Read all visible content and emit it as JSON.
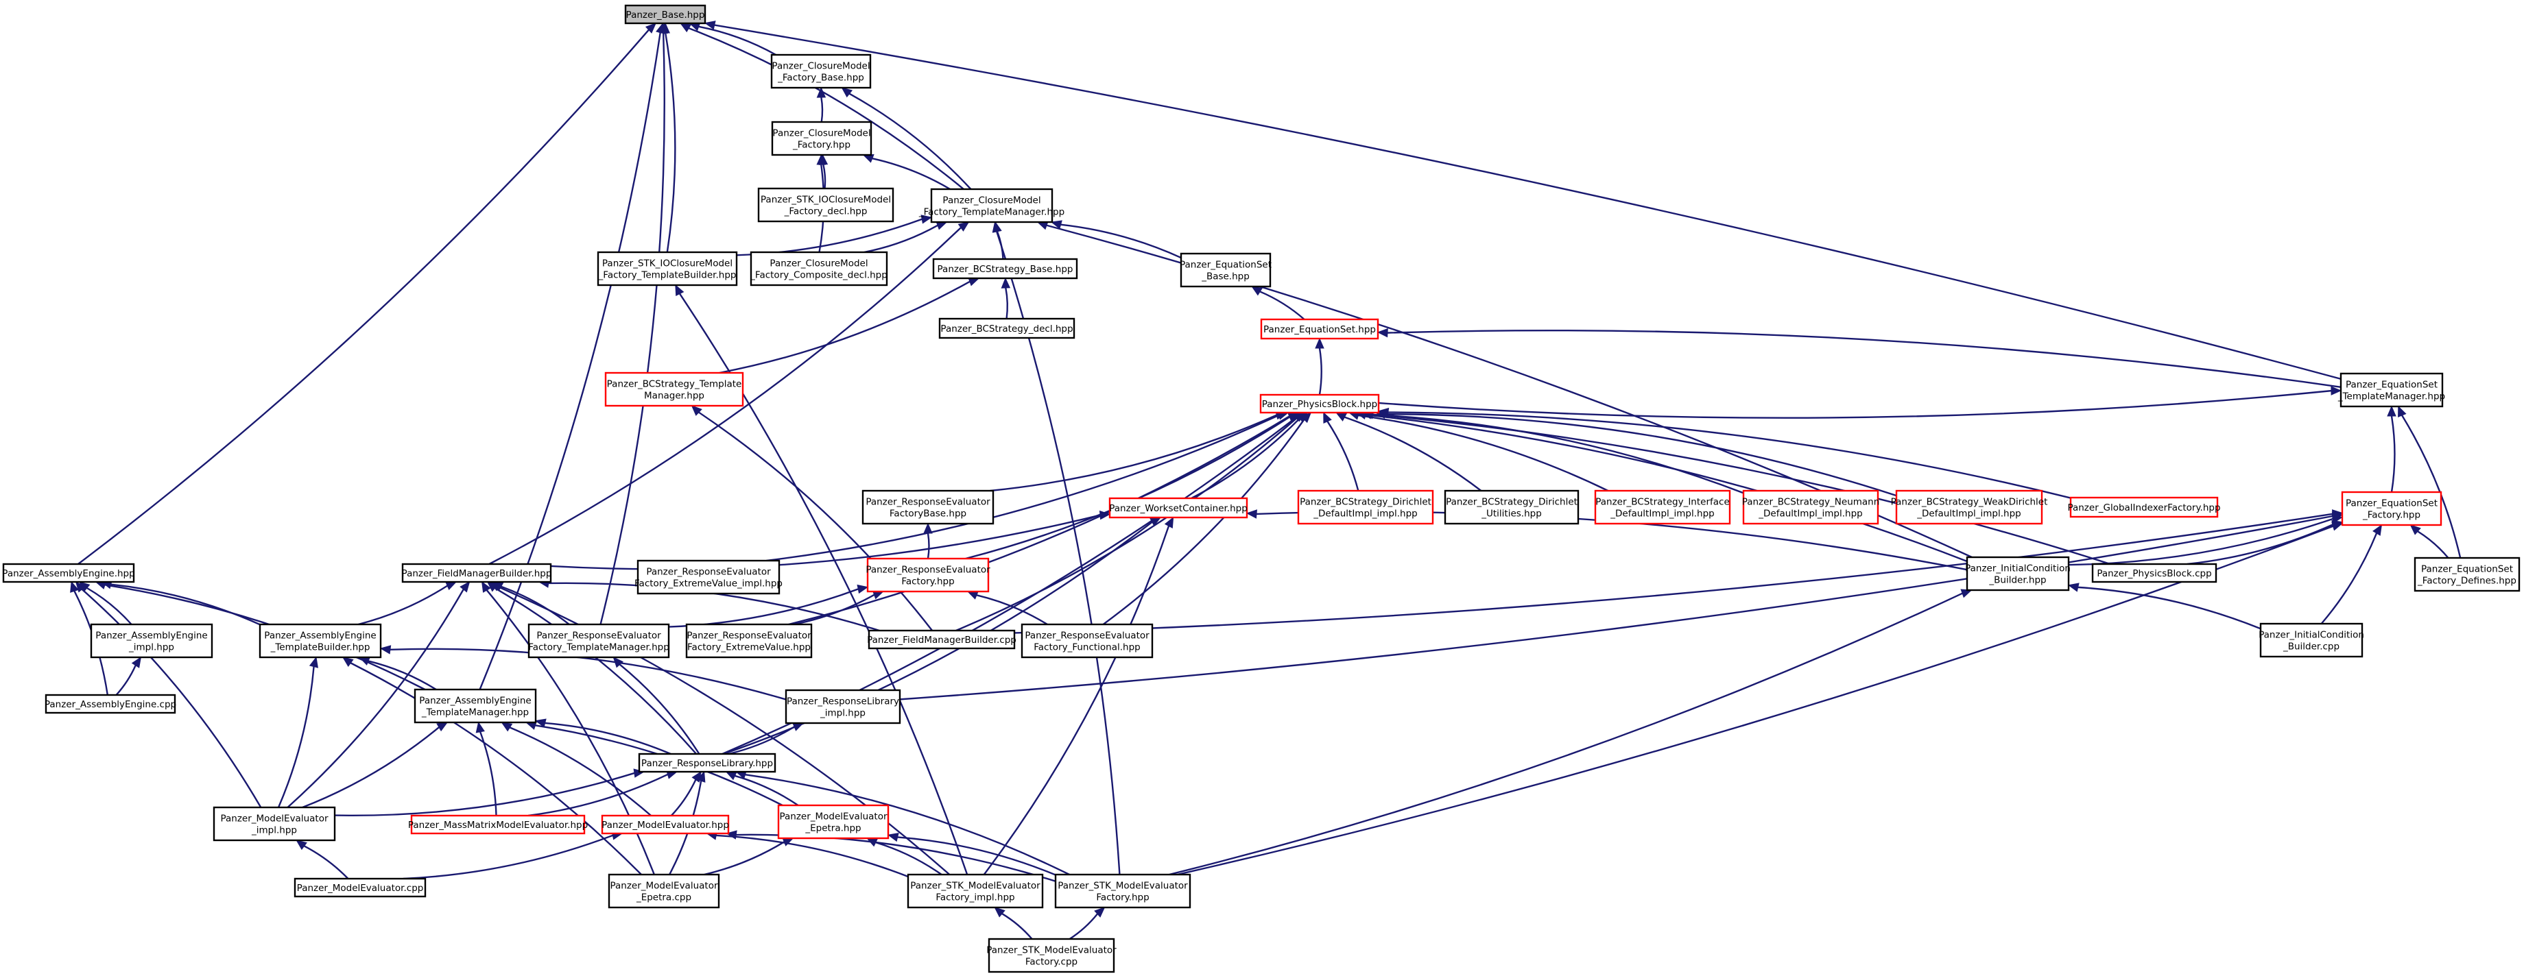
{
  "graph": {
    "colors": {
      "edge": "#191970",
      "node_border": "#000000",
      "node_border_highlight": "#ff0000",
      "root_fill": "#bfbfbf",
      "node_fill": "#ffffff"
    },
    "nodes": [
      {
        "id": "base",
        "lines": [
          "Panzer_Base.hpp"
        ],
        "style": "root"
      },
      {
        "id": "cmfb",
        "lines": [
          "Panzer_ClosureModel",
          "_Factory_Base.hpp"
        ]
      },
      {
        "id": "cmf",
        "lines": [
          "Panzer_ClosureModel",
          "_Factory.hpp"
        ]
      },
      {
        "id": "stkdecl",
        "lines": [
          "Panzer_STK_IOClosureModel",
          "_Factory_decl.hpp"
        ]
      },
      {
        "id": "cmtm",
        "lines": [
          "Panzer_ClosureModel",
          "_Factory_TemplateManager.hpp"
        ]
      },
      {
        "id": "stktb",
        "lines": [
          "Panzer_STK_IOClosureModel",
          "_Factory_TemplateBuilder.hpp"
        ]
      },
      {
        "id": "cmcomp",
        "lines": [
          "Panzer_ClosureModel",
          "_Factory_Composite_decl.hpp"
        ]
      },
      {
        "id": "bcsbase",
        "lines": [
          "Panzer_BCStrategy_Base.hpp"
        ]
      },
      {
        "id": "bcsdecl",
        "lines": [
          "Panzer_BCStrategy_decl.hpp"
        ]
      },
      {
        "id": "eqsbase",
        "lines": [
          "Panzer_EquationSet",
          "_Base.hpp"
        ]
      },
      {
        "id": "eqs",
        "lines": [
          "Panzer_EquationSet.hpp"
        ],
        "style": "red"
      },
      {
        "id": "bcstm",
        "lines": [
          "Panzer_BCStrategy_Template",
          "Manager.hpp"
        ],
        "style": "red"
      },
      {
        "id": "eqstm",
        "lines": [
          "Panzer_EquationSet",
          "_TemplateManager.hpp"
        ]
      },
      {
        "id": "pb",
        "lines": [
          "Panzer_PhysicsBlock.hpp"
        ],
        "style": "red"
      },
      {
        "id": "refb",
        "lines": [
          "Panzer_ResponseEvaluator",
          "FactoryBase.hpp"
        ]
      },
      {
        "id": "wsc",
        "lines": [
          "Panzer_WorksetContainer.hpp"
        ],
        "style": "red"
      },
      {
        "id": "bcsdir",
        "lines": [
          "Panzer_BCStrategy_Dirichlet",
          "_DefaultImpl_impl.hpp"
        ],
        "style": "red"
      },
      {
        "id": "bcsdu",
        "lines": [
          "Panzer_BCStrategy_Dirichlet",
          "_Utilities.hpp"
        ]
      },
      {
        "id": "bcsint",
        "lines": [
          "Panzer_BCStrategy_Interface",
          "_DefaultImpl_impl.hpp"
        ],
        "style": "red"
      },
      {
        "id": "bcsneu",
        "lines": [
          "Panzer_BCStrategy_Neumann",
          "_DefaultImpl_impl.hpp"
        ],
        "style": "red"
      },
      {
        "id": "bcsweak",
        "lines": [
          "Panzer_BCStrategy_WeakDirichlet",
          "_DefaultImpl_impl.hpp"
        ],
        "style": "red"
      },
      {
        "id": "gif",
        "lines": [
          "Panzer_GlobalIndexerFactory.hpp"
        ],
        "style": "red"
      },
      {
        "id": "eqsf",
        "lines": [
          "Panzer_EquationSet",
          "_Factory.hpp"
        ],
        "style": "red"
      },
      {
        "id": "ae",
        "lines": [
          "Panzer_AssemblyEngine.hpp"
        ]
      },
      {
        "id": "fmb",
        "lines": [
          "Panzer_FieldManagerBuilder.hpp"
        ]
      },
      {
        "id": "refev",
        "lines": [
          "Panzer_ResponseEvaluator",
          "Factory_ExtremeValue_impl.hpp"
        ]
      },
      {
        "id": "ref",
        "lines": [
          "Panzer_ResponseEvaluator",
          "Factory.hpp"
        ],
        "style": "red"
      },
      {
        "id": "icb",
        "lines": [
          "Panzer_InitialCondition",
          "_Builder.hpp"
        ]
      },
      {
        "id": "pbcpp",
        "lines": [
          "Panzer_PhysicsBlock.cpp"
        ]
      },
      {
        "id": "eqsfd",
        "lines": [
          "Panzer_EquationSet",
          "_Factory_Defines.hpp"
        ]
      },
      {
        "id": "aeimpl",
        "lines": [
          "Panzer_AssemblyEngine",
          "_impl.hpp"
        ]
      },
      {
        "id": "aetb",
        "lines": [
          "Panzer_AssemblyEngine",
          "_TemplateBuilder.hpp"
        ]
      },
      {
        "id": "retm",
        "lines": [
          "Panzer_ResponseEvaluator",
          "Factory_TemplateManager.hpp"
        ]
      },
      {
        "id": "reev",
        "lines": [
          "Panzer_ResponseEvaluator",
          "Factory_ExtremeValue.hpp"
        ]
      },
      {
        "id": "fmbcpp",
        "lines": [
          "Panzer_FieldManagerBuilder.cpp"
        ]
      },
      {
        "id": "refunc",
        "lines": [
          "Panzer_ResponseEvaluator",
          "Factory_Functional.hpp"
        ]
      },
      {
        "id": "iccpp",
        "lines": [
          "Panzer_InitialCondition",
          "_Builder.cpp"
        ]
      },
      {
        "id": "aecpp",
        "lines": [
          "Panzer_AssemblyEngine.cpp"
        ]
      },
      {
        "id": "aetm",
        "lines": [
          "Panzer_AssemblyEngine",
          "_TemplateManager.hpp"
        ]
      },
      {
        "id": "rlimpl",
        "lines": [
          "Panzer_ResponseLibrary",
          "_impl.hpp"
        ]
      },
      {
        "id": "rl",
        "lines": [
          "Panzer_ResponseLibrary.hpp"
        ]
      },
      {
        "id": "meimpl",
        "lines": [
          "Panzer_ModelEvaluator",
          "_impl.hpp"
        ]
      },
      {
        "id": "mmme",
        "lines": [
          "Panzer_MassMatrixModelEvaluator.hpp"
        ],
        "style": "red"
      },
      {
        "id": "me",
        "lines": [
          "Panzer_ModelEvaluator.hpp"
        ],
        "style": "red"
      },
      {
        "id": "meep",
        "lines": [
          "Panzer_ModelEvaluator",
          "_Epetra.hpp"
        ],
        "style": "red"
      },
      {
        "id": "mecpp",
        "lines": [
          "Panzer_ModelEvaluator.cpp"
        ]
      },
      {
        "id": "meepcpp",
        "lines": [
          "Panzer_ModelEvaluator",
          "_Epetra.cpp"
        ]
      },
      {
        "id": "stkmefi",
        "lines": [
          "Panzer_STK_ModelEvaluator",
          "Factory_impl.hpp"
        ]
      },
      {
        "id": "stkmef",
        "lines": [
          "Panzer_STK_ModelEvaluator",
          "Factory.hpp"
        ]
      },
      {
        "id": "stkmefcpp",
        "lines": [
          "Panzer_STK_ModelEvaluator",
          "Factory.cpp"
        ]
      }
    ],
    "edges": [
      [
        "cmfb",
        "base"
      ],
      [
        "cmf",
        "cmfb"
      ],
      [
        "cmtm",
        "cmf"
      ],
      [
        "stkdecl",
        "cmf"
      ],
      [
        "cmcomp",
        "cmf"
      ],
      [
        "cmtm",
        "base"
      ],
      [
        "cmtm",
        "cmfb"
      ],
      [
        "stktb",
        "base"
      ],
      [
        "stktb",
        "cmtm"
      ],
      [
        "cmcomp",
        "cmtm"
      ],
      [
        "bcsbase",
        "cmtm"
      ],
      [
        "eqsbase",
        "cmtm"
      ],
      [
        "bcsdecl",
        "bcsbase"
      ],
      [
        "bcstm",
        "bcsbase"
      ],
      [
        "eqs",
        "eqsbase"
      ],
      [
        "pb",
        "eqs"
      ],
      [
        "eqstm",
        "eqs"
      ],
      [
        "eqstm",
        "base"
      ],
      [
        "pb",
        "eqstm"
      ],
      [
        "eqsf",
        "eqstm"
      ],
      [
        "eqsfd",
        "eqstm"
      ],
      [
        "eqsfd",
        "eqsf"
      ],
      [
        "iccpp",
        "eqsf"
      ],
      [
        "refb",
        "pb"
      ],
      [
        "wsc",
        "pb"
      ],
      [
        "bcsdir",
        "pb"
      ],
      [
        "bcsdu",
        "pb"
      ],
      [
        "bcsint",
        "pb"
      ],
      [
        "bcsneu",
        "pb"
      ],
      [
        "bcsweak",
        "pb"
      ],
      [
        "gif",
        "pb"
      ],
      [
        "refev",
        "pb"
      ],
      [
        "ref",
        "pb"
      ],
      [
        "icb",
        "pb"
      ],
      [
        "pbcpp",
        "pb"
      ],
      [
        "fmbcpp",
        "pb"
      ],
      [
        "refunc",
        "pb"
      ],
      [
        "reev",
        "pb"
      ],
      [
        "rl",
        "pb"
      ],
      [
        "pbcpp",
        "eqsf"
      ],
      [
        "icb",
        "eqsf"
      ],
      [
        "fmbcpp",
        "eqsf"
      ],
      [
        "rlimpl",
        "eqsf"
      ],
      [
        "stkmef",
        "eqsf"
      ],
      [
        "ref",
        "refb"
      ],
      [
        "retm",
        "ref"
      ],
      [
        "reev",
        "ref"
      ],
      [
        "refunc",
        "ref"
      ],
      [
        "fmb",
        "wsc"
      ],
      [
        "icb",
        "wsc"
      ],
      [
        "stkmefi",
        "wsc"
      ],
      [
        "rl",
        "wsc"
      ],
      [
        "fmb",
        "cmtm"
      ],
      [
        "fmbcpp",
        "fmb"
      ],
      [
        "ae",
        "base"
      ],
      [
        "aeimpl",
        "ae"
      ],
      [
        "aecpp",
        "ae"
      ],
      [
        "aecpp",
        "aeimpl"
      ],
      [
        "aetm",
        "ae"
      ],
      [
        "meimpl",
        "ae"
      ],
      [
        "aetb",
        "ae"
      ],
      [
        "aetb",
        "fmb"
      ],
      [
        "aetm",
        "aetb"
      ],
      [
        "meimpl",
        "aetb"
      ],
      [
        "meepcpp",
        "aetb"
      ],
      [
        "aetb",
        "fmb"
      ],
      [
        "aetm",
        "base"
      ],
      [
        "rlimpl",
        "aetb"
      ],
      [
        "rl",
        "fmb"
      ],
      [
        "retm",
        "fmb"
      ],
      [
        "meimpl",
        "fmb"
      ],
      [
        "meepcpp",
        "fmb"
      ],
      [
        "rl",
        "rlimpl"
      ],
      [
        "rl",
        "aetm"
      ],
      [
        "rl",
        "retm"
      ],
      [
        "retm",
        "base"
      ],
      [
        "meimpl",
        "rl"
      ],
      [
        "mmme",
        "rl"
      ],
      [
        "me",
        "rl"
      ],
      [
        "meep",
        "rl"
      ],
      [
        "stkmef",
        "rl"
      ],
      [
        "meepcpp",
        "rl"
      ],
      [
        "meimpl",
        "aetm"
      ],
      [
        "me",
        "aetm"
      ],
      [
        "meep",
        "aetm"
      ],
      [
        "mmme",
        "aetm"
      ],
      [
        "mecpp",
        "meimpl"
      ],
      [
        "mecpp",
        "me"
      ],
      [
        "meepcpp",
        "meep"
      ],
      [
        "stkmefi",
        "me"
      ],
      [
        "stkmef",
        "me"
      ],
      [
        "stkmefi",
        "meep"
      ],
      [
        "stkmef",
        "meep"
      ],
      [
        "stkmefi",
        "stktb"
      ],
      [
        "stkmefi",
        "fmb"
      ],
      [
        "stkmefcpp",
        "stkmefi"
      ],
      [
        "stkmefcpp",
        "stkmef"
      ],
      [
        "stkmef",
        "icb"
      ],
      [
        "stkmef",
        "cmtm"
      ],
      [
        "iccpp",
        "icb"
      ],
      [
        "fmbcpp",
        "bcstm"
      ],
      [
        "stkmef",
        "cmtm"
      ],
      [
        "icb",
        "cmtm"
      ]
    ]
  }
}
